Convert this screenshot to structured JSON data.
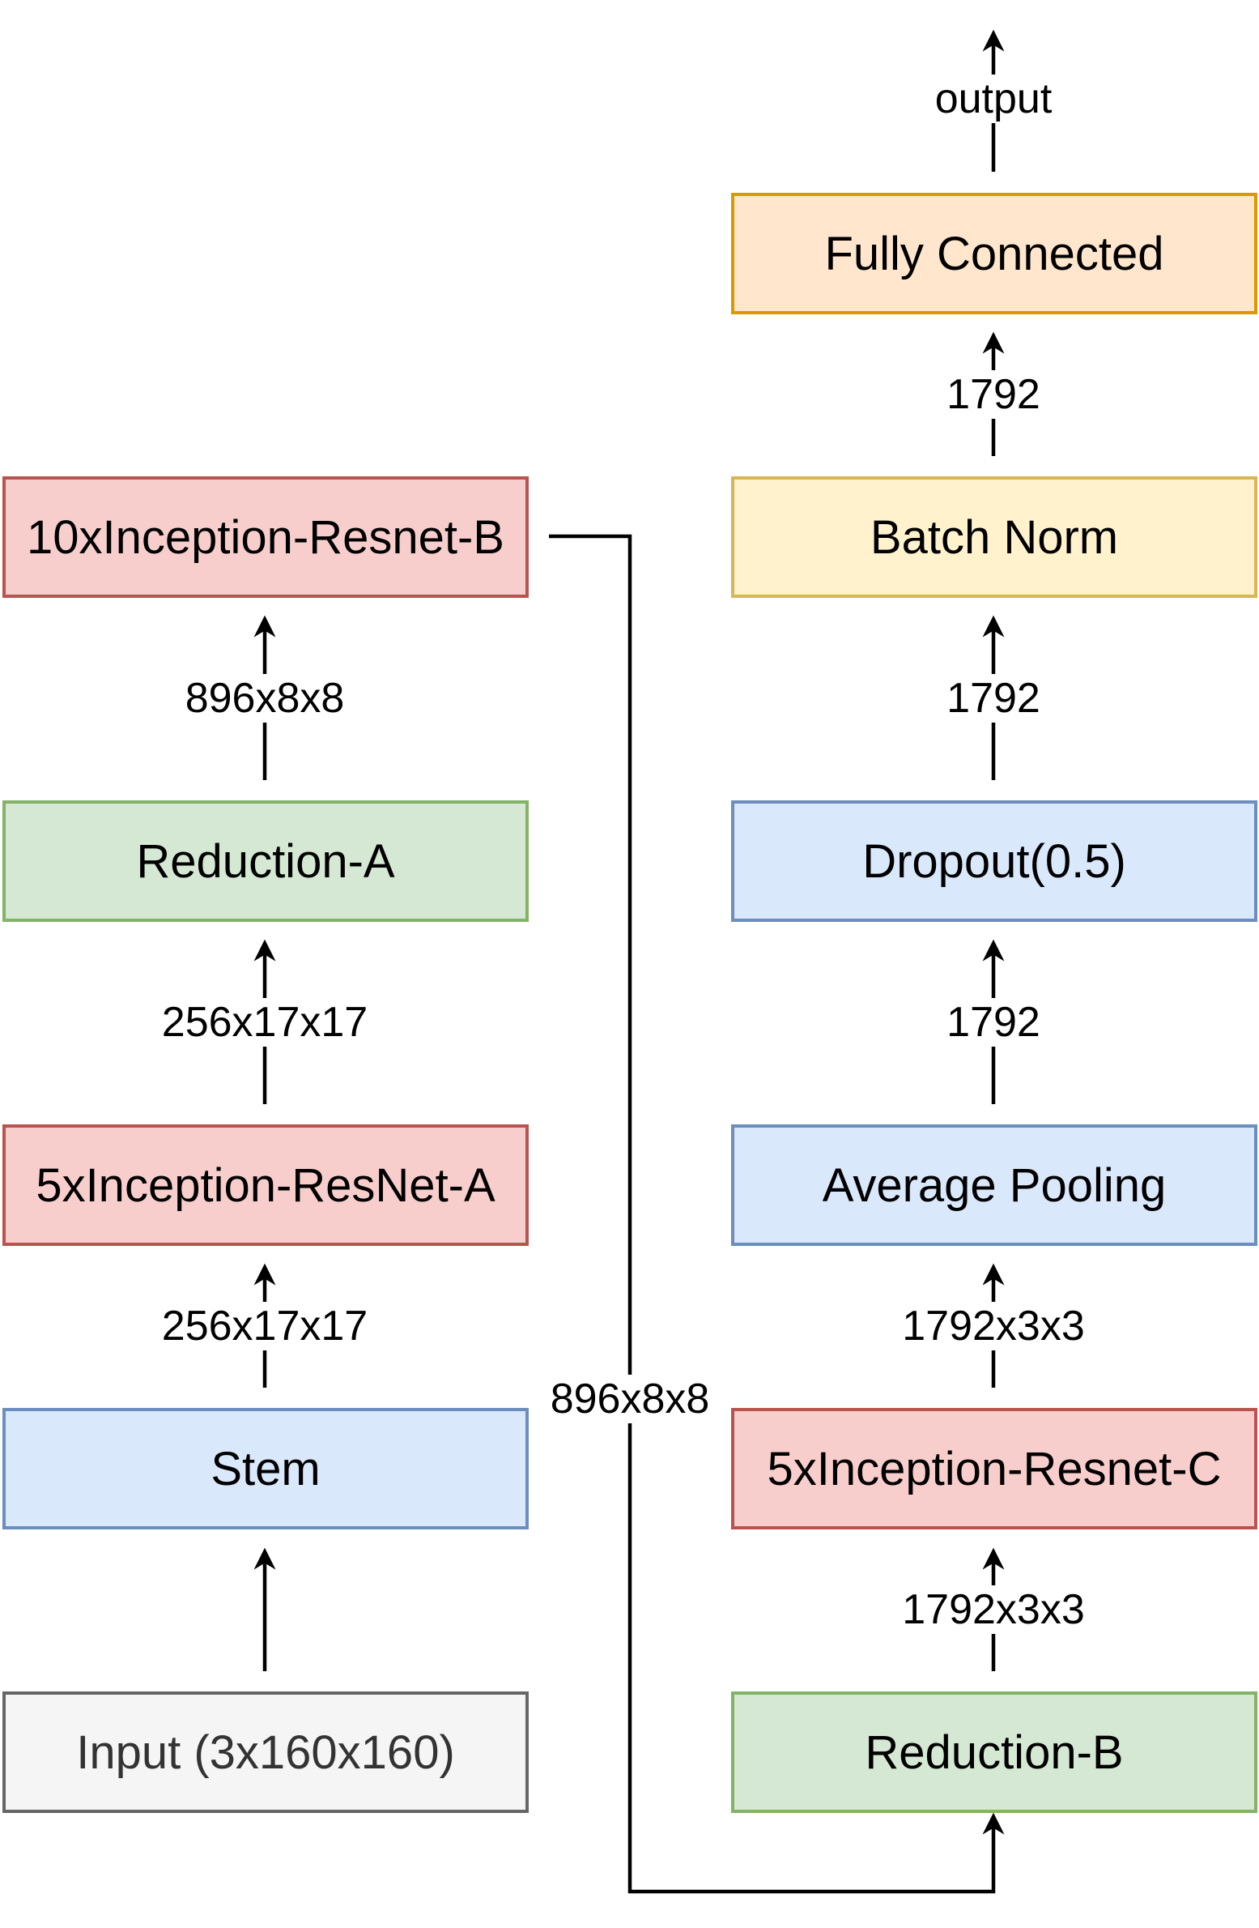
{
  "blocks": {
    "input": "Input (3x160x160)",
    "stem": "Stem",
    "inception_a": "5xInception-ResNet-A",
    "reduction_a": "Reduction-A",
    "inception_b": "10xInception-Resnet-B",
    "reduction_b": "Reduction-B",
    "inception_c": "5xInception-Resnet-C",
    "avg_pool": "Average Pooling",
    "dropout": "Dropout(0.5)",
    "batch_norm": "Batch Norm",
    "fully_connected": "Fully Connected"
  },
  "edge_labels": {
    "stem_to_a": "256x17x17",
    "a_to_reda": "256x17x17",
    "reda_to_b": "896x8x8",
    "b_to_redb": "896x8x8",
    "redb_to_c": "1792x3x3",
    "c_to_pool": "1792x3x3",
    "pool_to_dropout": "1792",
    "dropout_to_bn": "1792",
    "bn_to_fc": "1792",
    "fc_to_output": "output"
  },
  "colors": {
    "inception_fill": "#f8cecc",
    "inception_stroke": "#b85450",
    "reduction_fill": "#d5e8d4",
    "reduction_stroke": "#82b366",
    "layer_fill": "#dae8fc",
    "layer_stroke": "#6c8ebf",
    "input_fill": "#f5f5f5",
    "input_stroke": "#666666",
    "fc_fill": "#ffe6cc",
    "fc_stroke": "#d79b00",
    "bn_fill": "#fff2cc",
    "bn_stroke": "#d6b656"
  }
}
